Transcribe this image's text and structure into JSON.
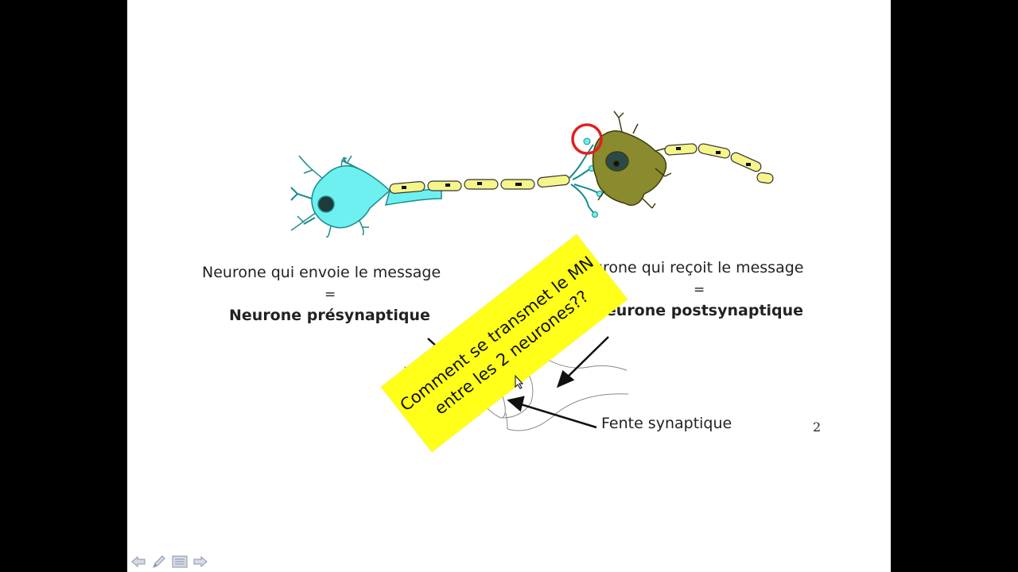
{
  "slide": {
    "left_label": {
      "line1": "Neurone qui envoie le message",
      "equals": "=",
      "line2": "Neurone présynaptique"
    },
    "right_label": {
      "line1": "Neurone qui reçoit le message",
      "equals": "=",
      "line2": "Neurone postsynaptique"
    },
    "cleft_label": "Fente synaptique",
    "page_number": "2"
  },
  "sticky_note": {
    "line1": "Comment se transmet le MN",
    "line2": "entre les 2 neurones??",
    "color": "#ffff1a"
  },
  "colors": {
    "presynaptic_neuron": "#6ef0f0",
    "postsynaptic_neuron": "#8a8a2e",
    "myelin": "#f5f58a",
    "highlight_circle": "#e02020"
  },
  "nav": {
    "icons": [
      "back-arrow-icon",
      "pen-icon",
      "menu-icon",
      "forward-arrow-icon"
    ]
  }
}
